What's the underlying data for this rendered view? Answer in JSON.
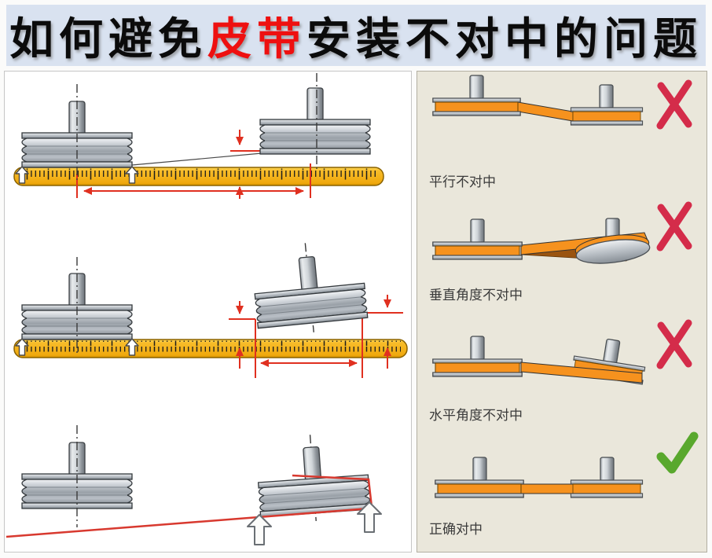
{
  "title": {
    "prefix": "如何避免",
    "highlight": "皮带",
    "suffix": "安装不对中的问题"
  },
  "right_panel": {
    "items": [
      {
        "label": "平行不对中",
        "mark": "cross"
      },
      {
        "label": "垂直角度不对中",
        "mark": "cross"
      },
      {
        "label": "水平角度不对中",
        "mark": "cross"
      },
      {
        "label": "正确对中",
        "mark": "check"
      }
    ]
  },
  "icons": {
    "cross": "cross-icon",
    "check": "check-icon"
  },
  "colors": {
    "title_bg": "#d9e2f0",
    "title_highlight": "#ee1010",
    "right_panel_bg": "#eae7db",
    "belt_orange": "#f6921e",
    "ruler_yellow": "#f5b41e",
    "dimension_red": "#e03020",
    "cross_red": "#d42c4a",
    "check_green": "#59a82d"
  }
}
